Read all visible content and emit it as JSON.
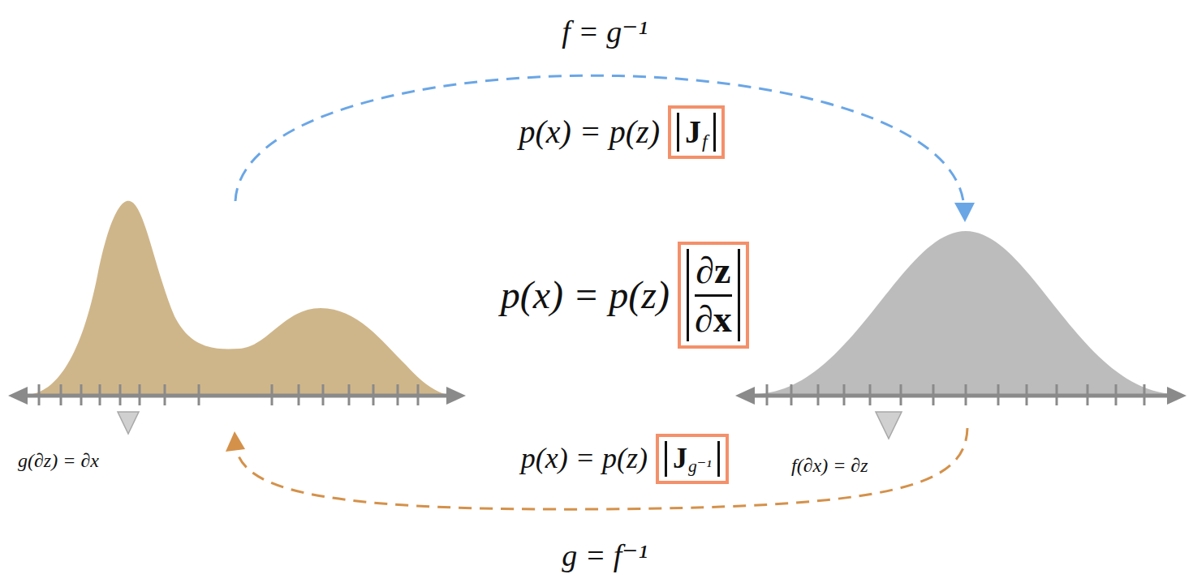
{
  "diagram": {
    "nodes": [
      {
        "text": [
          "J",
          "f"
        ]
      },
      {
        "text": [
          "∂z",
          "∂x"
        ]
      },
      {
        "text": [
          "J",
          "g⁻¹"
        ]
      }
    ],
    "labels": [
      "f = g⁻¹",
      "p(x) = p(z)",
      "p(x) = p(z)",
      "g(∂z) = ∂x",
      "p(x) = p(z)",
      "f(∂x) = ∂z",
      "g = f⁻¹"
    ]
  }
}
